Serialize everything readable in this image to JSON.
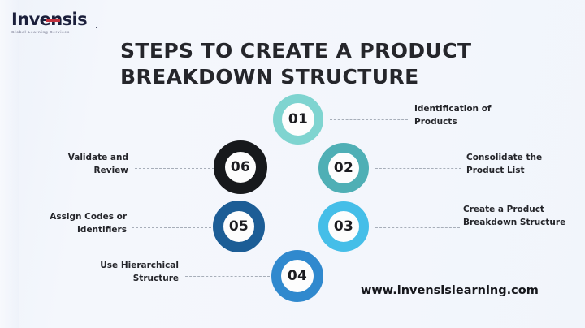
{
  "brand": {
    "logo_word": "Invensis",
    "logo_tagline": "Global Learning Services",
    "logo_color": "#1b1f3b",
    "logo_accent_color": "#c2333f"
  },
  "header": {
    "title": "STEPS TO CREATE A PRODUCT BREAKDOWN STRUCTURE"
  },
  "canvas": {
    "background_color": "#f2f5fb"
  },
  "steps": [
    {
      "number": "01",
      "label": "Identification of Products",
      "color": "#7fd4d0",
      "side": "right"
    },
    {
      "number": "02",
      "label": "Consolidate the Product List",
      "color": "#4fafb5",
      "side": "right"
    },
    {
      "number": "03",
      "label": "Create a Product Breakdown Structure",
      "color": "#45bee8",
      "side": "right"
    },
    {
      "number": "04",
      "label": "Use Hierarchical Structure",
      "color": "#3089ce",
      "side": "left"
    },
    {
      "number": "05",
      "label": "Assign Codes or Identifiers",
      "color": "#1c5d96",
      "side": "left"
    },
    {
      "number": "06",
      "label": "Validate and Review",
      "color": "#17191c",
      "side": "left"
    }
  ],
  "footer": {
    "website": "www.invensislearning.com"
  }
}
